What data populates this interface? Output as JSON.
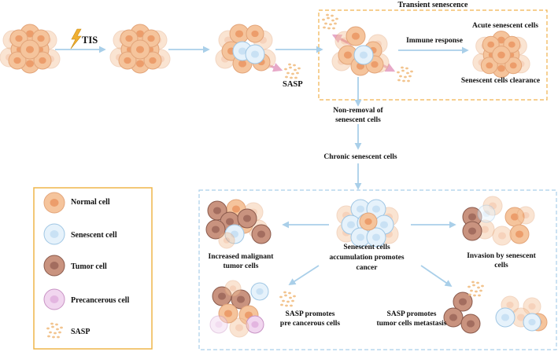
{
  "labels": {
    "tis": "TIS",
    "sasp": "SASP",
    "transient_senescence": "Transient senescence",
    "acute_senescent_cells": "Acute senescent cells",
    "immune_response": "Immune response",
    "senescent_cells_clearance": "Senescent cells clearance",
    "non_removal_line1": "Non-removal of",
    "non_removal_line2": "senescent cells",
    "chronic_senescent_cells": "Chronic senescent cells",
    "increased_line1": "Increased malignant",
    "increased_line2": "tumor cells",
    "accum_line1": "Senescent cells",
    "accum_line2": "accumulation promotes",
    "accum_line3": "cancer",
    "invasion_line1": "Invasion by senescent",
    "invasion_line2": "cells",
    "precancer_line1": "SASP promotes",
    "precancer_line2": "pre cancerous cells",
    "metastasis_line1": "SASP promotes",
    "metastasis_line2": "tumor cells metastasis"
  },
  "legend": [
    {
      "label": "Normal cell",
      "type": "normal"
    },
    {
      "label": "Senescent cell",
      "type": "senescent"
    },
    {
      "label": "Tumor cell",
      "type": "tumor"
    },
    {
      "label": "Precancerous cell",
      "type": "precancer"
    },
    {
      "label": "SASP",
      "type": "sasp"
    }
  ],
  "colors": {
    "normal_fill": "#f5c49c",
    "normal_stroke": "#e3a57a",
    "normal_nucleus": "#ec9d6b",
    "senescent_fill": "#e6f2fb",
    "senescent_stroke": "#9fc6e4",
    "senescent_nucleus": "#c9e1f4",
    "tumor_fill": "#c9937f",
    "tumor_stroke": "#8a5a4c",
    "tumor_nucleus": "#a36d5f",
    "precancer_fill": "#f1d6ef",
    "precancer_stroke": "#c892c4",
    "precancer_nucleus": "#e3b5e0",
    "arrow": "#a9cfe9",
    "sasp_arrow": "#e7a9c8",
    "sasp_dot": "#f2c48e",
    "legend_border": "#efb54a",
    "transient_border": "#f0b24e",
    "chronic_border": "#a9cfe9",
    "lightning": "#f0b032"
  }
}
